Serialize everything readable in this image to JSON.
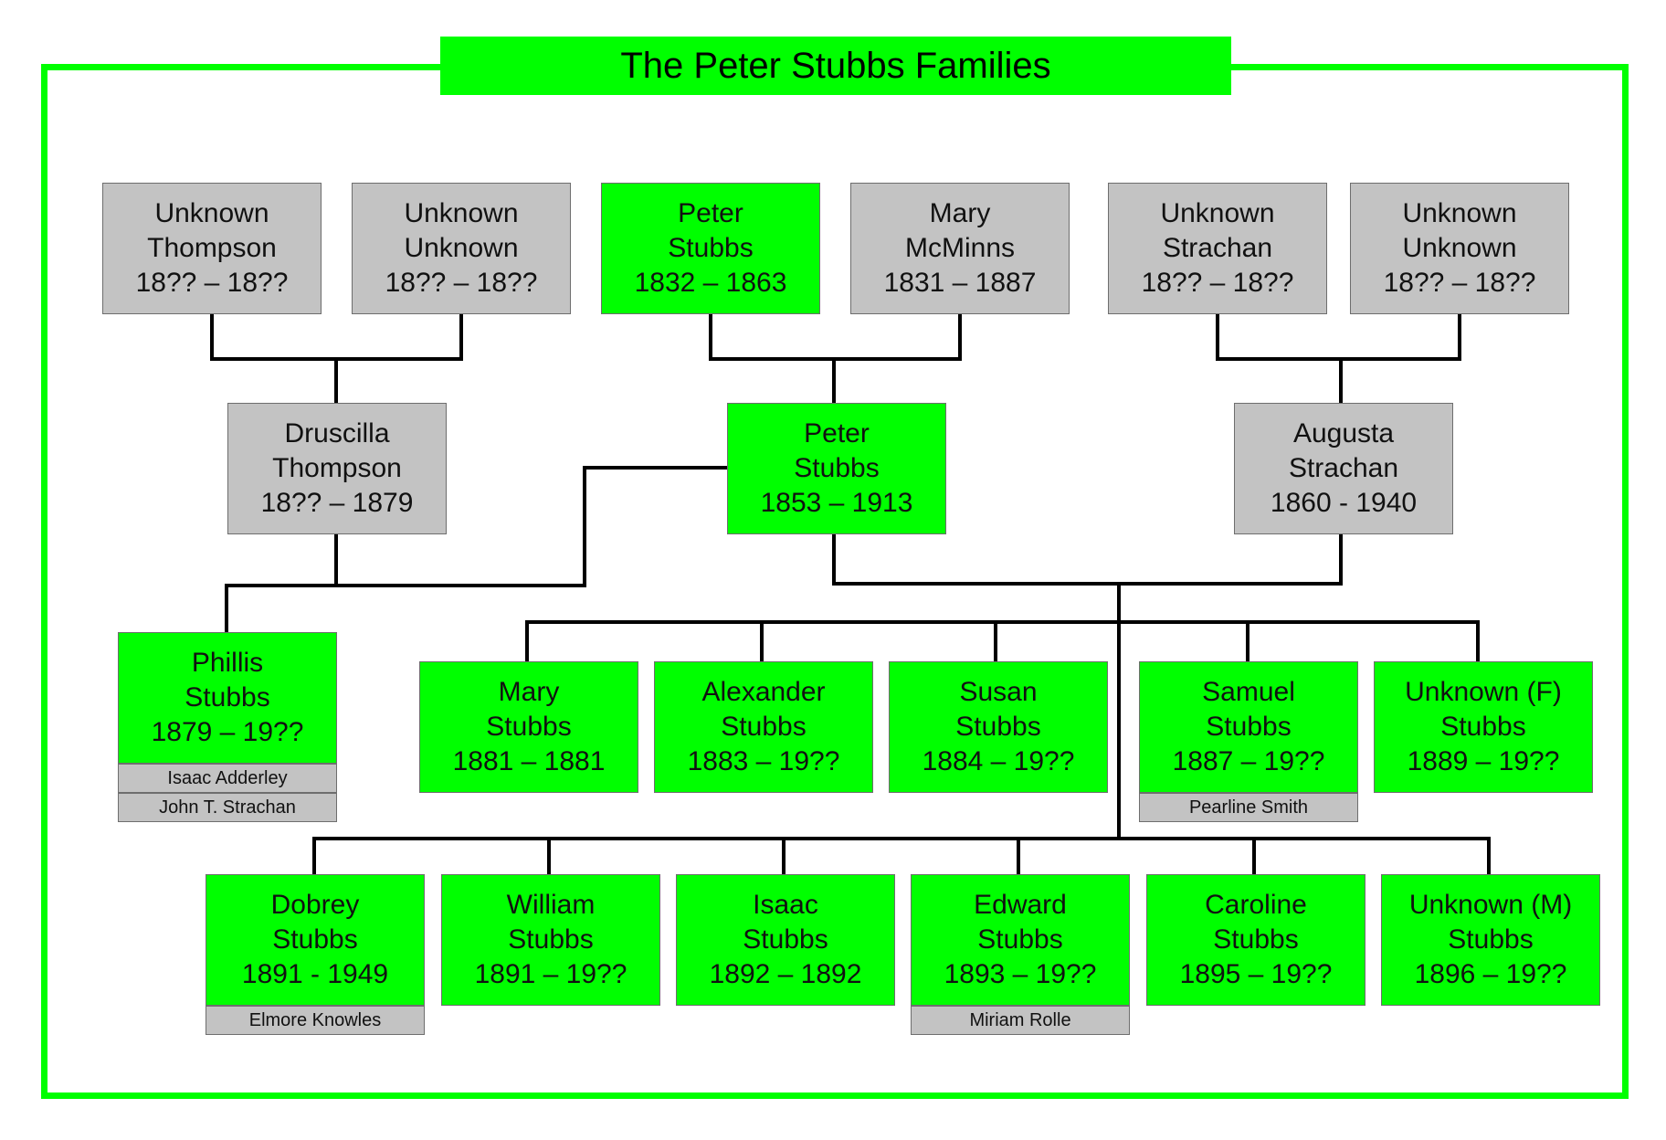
{
  "title": "The Peter Stubbs Families",
  "colors": {
    "frame": "#00ff00",
    "line": "#000000",
    "green": "#00ff00",
    "gray": "#c3c3c3"
  },
  "people": [
    {
      "id": "p1",
      "first": "Unknown",
      "last": "Thompson",
      "years": "18?? – 18??",
      "color": "gray"
    },
    {
      "id": "p2",
      "first": "Unknown",
      "last": "Unknown",
      "years": "18?? – 18??",
      "color": "gray"
    },
    {
      "id": "p3",
      "first": "Peter",
      "last": "Stubbs",
      "years": "1832 – 1863",
      "color": "green"
    },
    {
      "id": "p4",
      "first": "Mary",
      "last": "McMinns",
      "years": "1831 – 1887",
      "color": "gray"
    },
    {
      "id": "p5",
      "first": "Unknown",
      "last": "Strachan",
      "years": "18?? – 18??",
      "color": "gray"
    },
    {
      "id": "p6",
      "first": "Unknown",
      "last": "Unknown",
      "years": "18?? – 18??",
      "color": "gray"
    },
    {
      "id": "p7",
      "first": "Druscilla",
      "last": "Thompson",
      "years": "18?? – 1879",
      "color": "gray"
    },
    {
      "id": "p8",
      "first": "Peter",
      "last": "Stubbs",
      "years": "1853 – 1913",
      "color": "green"
    },
    {
      "id": "p9",
      "first": "Augusta",
      "last": "Strachan",
      "years": "1860 - 1940",
      "color": "gray"
    },
    {
      "id": "p10",
      "first": "Phillis",
      "last": "Stubbs",
      "years": "1879 – 19??",
      "color": "green",
      "spouses": [
        "Isaac Adderley",
        "John T. Strachan"
      ]
    },
    {
      "id": "p11",
      "first": "Mary",
      "last": "Stubbs",
      "years": "1881 – 1881",
      "color": "green"
    },
    {
      "id": "p12",
      "first": "Alexander",
      "last": "Stubbs",
      "years": "1883 – 19??",
      "color": "green"
    },
    {
      "id": "p13",
      "first": "Susan",
      "last": "Stubbs",
      "years": "1884 – 19??",
      "color": "green"
    },
    {
      "id": "p14",
      "first": "Samuel",
      "last": "Stubbs",
      "years": "1887 – 19??",
      "color": "green",
      "spouses": [
        "Pearline Smith"
      ]
    },
    {
      "id": "p15",
      "first": "Unknown (F)",
      "last": "Stubbs",
      "years": "1889 – 19??",
      "color": "green"
    },
    {
      "id": "p16",
      "first": "Dobrey",
      "last": "Stubbs",
      "years": "1891 - 1949",
      "color": "green",
      "spouses": [
        "Elmore Knowles"
      ]
    },
    {
      "id": "p17",
      "first": "William",
      "last": "Stubbs",
      "years": "1891 – 19??",
      "color": "green"
    },
    {
      "id": "p18",
      "first": "Isaac",
      "last": "Stubbs",
      "years": "1892 – 1892",
      "color": "green"
    },
    {
      "id": "p19",
      "first": "Edward",
      "last": "Stubbs",
      "years": "1893 – 19??",
      "color": "green",
      "spouses": [
        "Miriam Rolle"
      ]
    },
    {
      "id": "p20",
      "first": "Caroline",
      "last": "Stubbs",
      "years": "1895 – 19??",
      "color": "green"
    },
    {
      "id": "p21",
      "first": "Unknown (M)",
      "last": "Stubbs",
      "years": "1896 – 19??",
      "color": "green"
    }
  ]
}
